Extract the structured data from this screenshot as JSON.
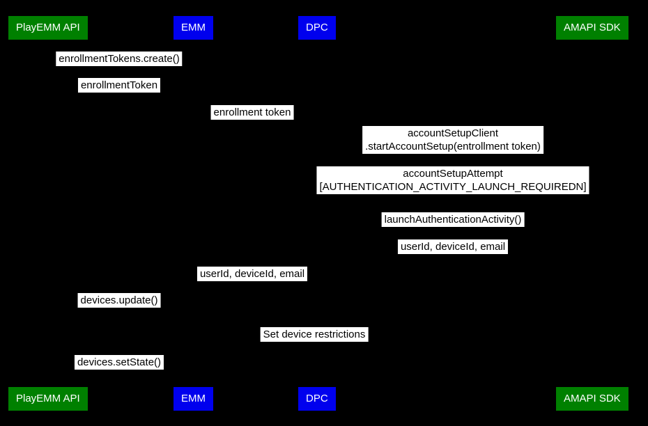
{
  "diagram": {
    "type": "sequence-diagram",
    "colors": {
      "background": "#000000",
      "actor_green": "#008000",
      "actor_blue": "#0000ee",
      "actor_text": "#ffffff",
      "label_bg": "#ffffff",
      "label_text": "#000000"
    },
    "actors": [
      {
        "label": "PlayEMM API",
        "color": "green"
      },
      {
        "label": "EMM",
        "color": "blue"
      },
      {
        "label": "DPC",
        "color": "blue"
      },
      {
        "label": "AMAPI SDK",
        "color": "green"
      }
    ],
    "messages": [
      {
        "from": "EMM",
        "to": "PlayEMM API",
        "text": "enrollmentTokens.create()"
      },
      {
        "from": "PlayEMM API",
        "to": "EMM",
        "text": "enrollmentToken"
      },
      {
        "from": "EMM",
        "to": "DPC",
        "text": "enrollment token"
      },
      {
        "from": "DPC",
        "to": "AMAPI SDK",
        "text": "accountSetupClient\n.startAccountSetup(entrollment token)"
      },
      {
        "from": "AMAPI SDK",
        "to": "DPC",
        "text": "accountSetupAttempt\n[AUTHENTICATION_ACTIVITY_LAUNCH_REQUIREDN]"
      },
      {
        "from": "DPC",
        "to": "AMAPI SDK",
        "text": "launchAuthenticationActivity()"
      },
      {
        "from": "AMAPI SDK",
        "to": "DPC",
        "text": "userId, deviceId, email"
      },
      {
        "from": "DPC",
        "to": "EMM",
        "text": "userId, deviceId, email"
      },
      {
        "from": "EMM",
        "to": "PlayEMM API",
        "text": "devices.update()"
      },
      {
        "from": "PlayEMM API",
        "to": "DPC",
        "text": "Set device restrictions"
      },
      {
        "from": "EMM",
        "to": "PlayEMM API",
        "text": "devices.setState()"
      }
    ]
  }
}
